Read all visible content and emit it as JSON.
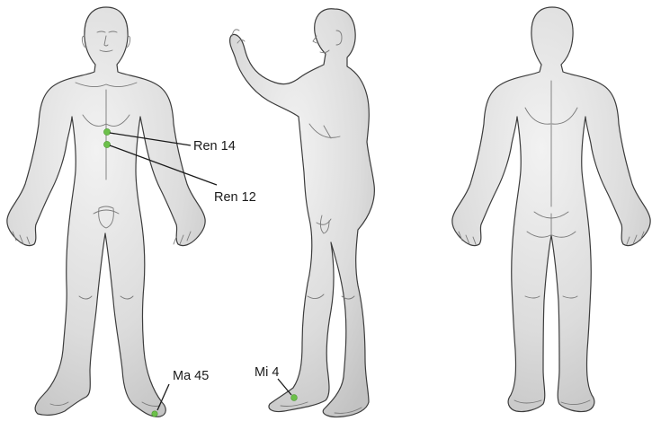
{
  "figures": [
    "front",
    "side",
    "back"
  ],
  "acupoints": [
    {
      "id": "ren14",
      "label": "Ren 14"
    },
    {
      "id": "ren12",
      "label": "Ren 12"
    },
    {
      "id": "ma45",
      "label": "Ma 45"
    },
    {
      "id": "mi4",
      "label": "Mi 4"
    }
  ],
  "colors": {
    "skin_light": "#ececec",
    "skin_dark": "#c4c4c4",
    "outline": "#3d3d3d",
    "point": "#6cc04a"
  }
}
